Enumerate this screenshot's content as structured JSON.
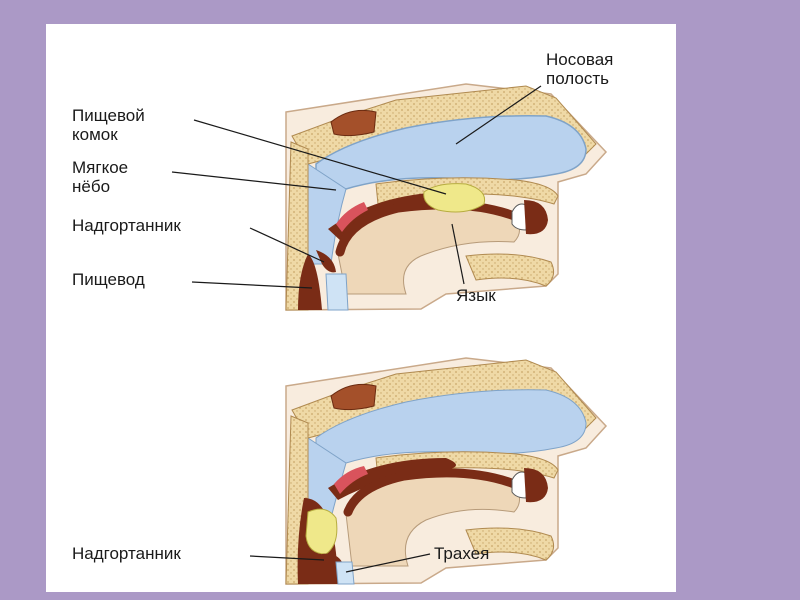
{
  "diagram": {
    "top": {
      "labels": {
        "nasal_cavity": [
          "Носовая",
          "полость"
        ],
        "food_bolus": [
          "Пищевой",
          "комок"
        ],
        "soft_palate": [
          "Мягкое",
          "нёбо"
        ],
        "epiglottis": "Надгортанник",
        "esophagus": "Пищевод",
        "tongue": "Язык"
      }
    },
    "bottom": {
      "labels": {
        "epiglottis": "Надгортанник",
        "trachea": "Трахея"
      }
    }
  },
  "colors": {
    "background": "#ab99c6",
    "panel": "#ffffff",
    "bone": "#efd9a6",
    "air": "#b9d2ee",
    "muscle": "#7a2c16",
    "tongue": "#eed7b8",
    "bolus": "#efe88a",
    "trachea": "#cfe3f5",
    "flesh": "#f8ecde"
  }
}
